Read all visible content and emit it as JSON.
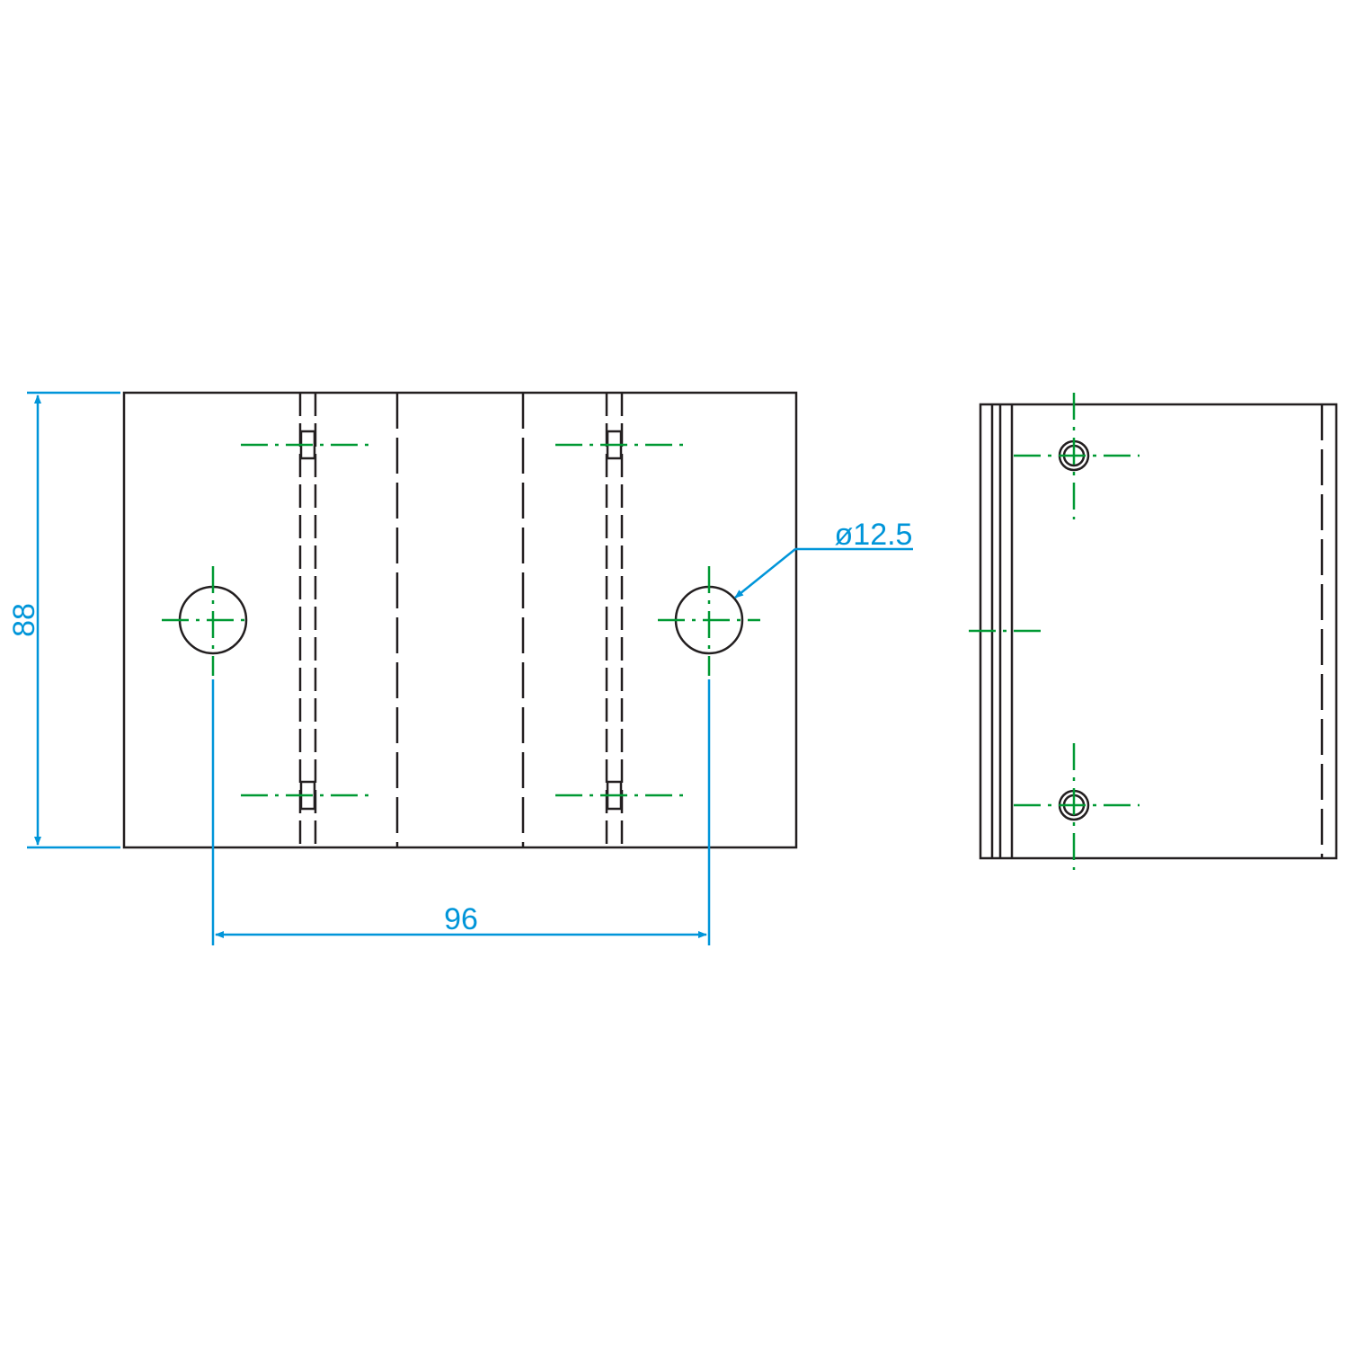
{
  "dimensions": {
    "height_label": "88",
    "spacing_label": "96",
    "hole_diameter_label": "ø12.5"
  },
  "colors": {
    "outline": "#231f20",
    "dimension": "#0095d9",
    "centerline": "#009933"
  }
}
